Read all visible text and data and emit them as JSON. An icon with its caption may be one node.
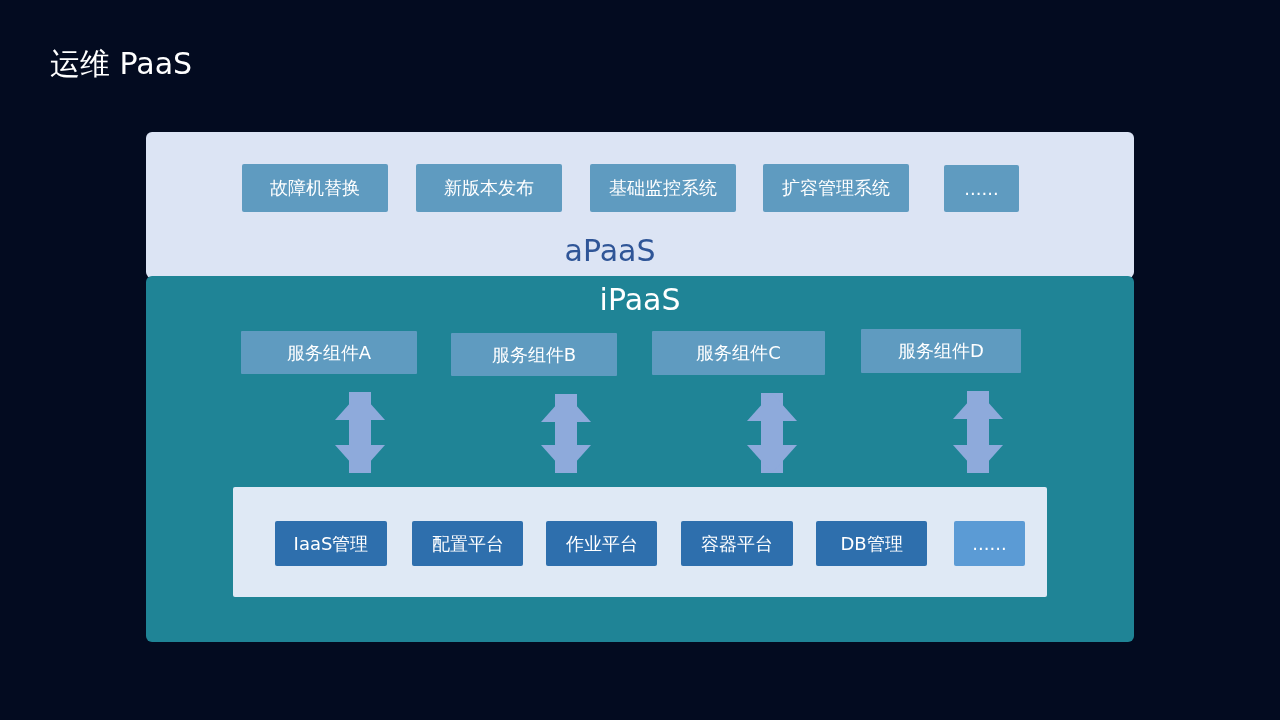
{
  "diagram": {
    "title": "运维 PaaS",
    "nodes": [
      {
        "text": [
          "aPaaS"
        ]
      },
      {
        "text": [
          "故障机替换"
        ],
        "in": 0
      },
      {
        "text": [
          "新版本发布"
        ],
        "in": 0
      },
      {
        "text": [
          "基础监控系统"
        ],
        "in": 0
      },
      {
        "text": [
          "扩容管理系统"
        ],
        "in": 0
      },
      {
        "text": [
          "......"
        ],
        "in": 0
      },
      {
        "text": [
          "iPaaS"
        ]
      },
      {
        "text": [
          "服务组件A"
        ],
        "in": 6
      },
      {
        "text": [
          "服务组件B"
        ],
        "in": 6
      },
      {
        "text": [
          "服务组件C"
        ],
        "in": 6
      },
      {
        "text": [
          "服务组件D"
        ],
        "in": 6
      },
      {
        "text": [],
        "shape": "box",
        "in": 6
      },
      {
        "text": [
          "IaaS管理"
        ],
        "in": 11
      },
      {
        "text": [
          "配置平台"
        ],
        "in": 11
      },
      {
        "text": [
          "作业平台"
        ],
        "in": 11
      },
      {
        "text": [
          "容器平台"
        ],
        "in": 11
      },
      {
        "text": [
          "DB管理"
        ],
        "in": 11
      },
      {
        "text": [
          "......"
        ],
        "in": 11
      }
    ],
    "edges": [
      {
        "from": 7,
        "to": 11,
        "arrow": "both"
      },
      {
        "from": 8,
        "to": 11,
        "arrow": "both"
      },
      {
        "from": 9,
        "to": 11,
        "arrow": "both"
      },
      {
        "from": 10,
        "to": 11,
        "arrow": "both"
      }
    ]
  }
}
